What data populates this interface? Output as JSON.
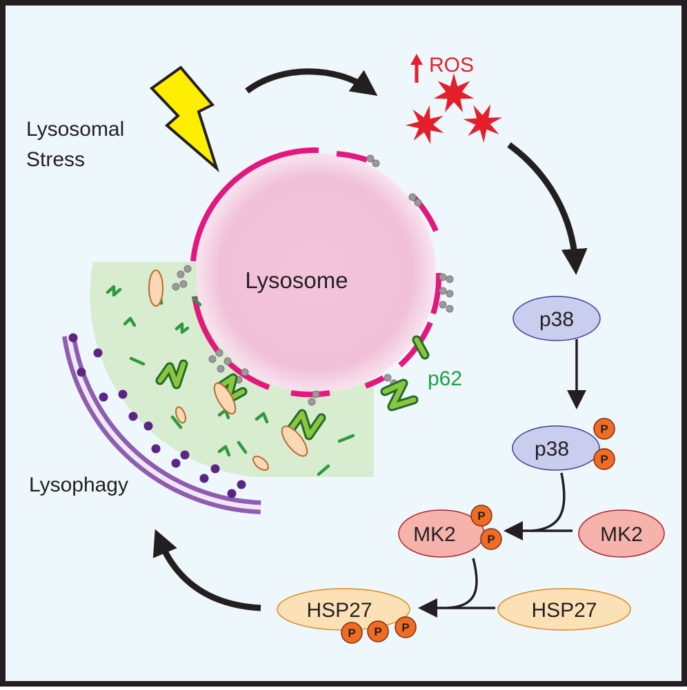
{
  "labels": {
    "lysosomal_stress_line1": "Lysosomal",
    "lysosomal_stress_line2": "Stress",
    "ros": "ROS",
    "lysosome": "Lysosome",
    "p62": "p62",
    "lysophagy": "Lysophagy"
  },
  "nodes": {
    "p38": "p38",
    "p38_phospho": "p38",
    "mk2_phospho": "MK2",
    "mk2": "MK2",
    "hsp27_phospho": "HSP27",
    "hsp27": "HSP27"
  },
  "phospho_label": "P",
  "colors": {
    "background": "#eef7fc",
    "frame": "#231f20",
    "lysosome_rim": "#e4177e",
    "lysosome_fill": "#f2c2db",
    "ros": "#e3202a",
    "lightning": "#ffee00",
    "p62_green": "#2e9a3e",
    "p62_label": "#1e9f46",
    "autophagy_zone": "#d8ecd0",
    "membrane_purple": "#8e5db0",
    "membrane_dot": "#5b2585",
    "p38_fill": "#c9cdee",
    "mk2_fill": "#f6b3ab",
    "hsp27_fill": "#fde1b6",
    "phospho_fill": "#ef6c23"
  }
}
